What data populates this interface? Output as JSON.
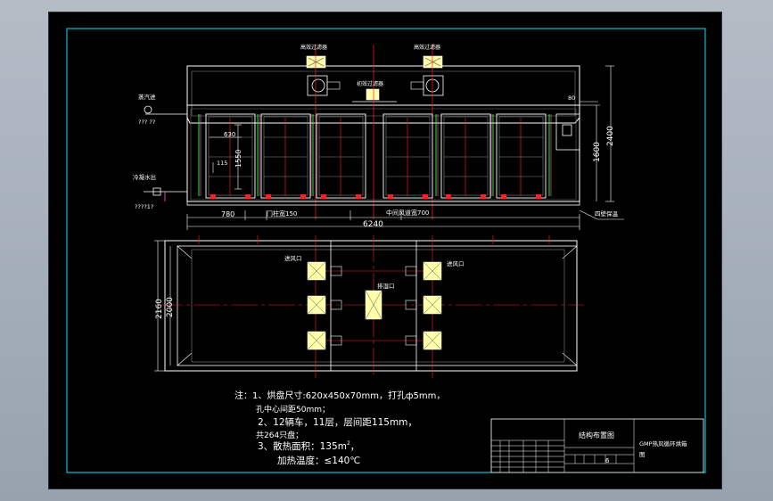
{
  "colors": {
    "background": "#a3adb8",
    "sheet": "#000000",
    "frame": "#00e5ff",
    "outline": "#ffffff",
    "centerline": "#ff2020",
    "structure": "#ff66cc",
    "green": "#33ff33",
    "yellow": "#ffff66",
    "hatch": "#ffffaa"
  },
  "elevation": {
    "labels": {
      "filter_left": "高效过滤器",
      "filter_right": "高效过滤器",
      "filter_center": "初效过滤器",
      "steam_in": "蒸汽进",
      "steam_in_code": "??? ??",
      "condensate_out": "冷凝水出",
      "condensate_code": "????1?",
      "wall_insulation": "四壁保温"
    },
    "dims": {
      "d80": "80",
      "d2400": "2400",
      "d1600": "1600",
      "d630": "630",
      "d1550": "1550",
      "d115": "115",
      "d780": "780",
      "door_width": "门柱宽150",
      "channel_width": "中间风道宽700",
      "total_length": "6240"
    }
  },
  "plan": {
    "labels": {
      "vent_left": "进风口",
      "vent_right": "进风口",
      "exhaust": "排湿口"
    },
    "dims": {
      "d2160": "2160",
      "d2000": "2000"
    }
  },
  "notes": {
    "line1": "注：1、烘盘尺寸:620x450x70mm，打孔ф5mm，",
    "line1b": "孔中心间距50mm；",
    "line2": "2、12辆车，11层，层间距115mm，",
    "line2b": "共264只盘；",
    "line3": "3、散热面积：135",
    "line3_sup": "2",
    "line3_unit": "m",
    "line3_end": "，",
    "line4": "加热温度：≤140℃"
  },
  "title_block": {
    "drawing_title": "结构布置图",
    "project": "GMP热风循环烘箱",
    "project_line2": "图",
    "scale": "6"
  }
}
